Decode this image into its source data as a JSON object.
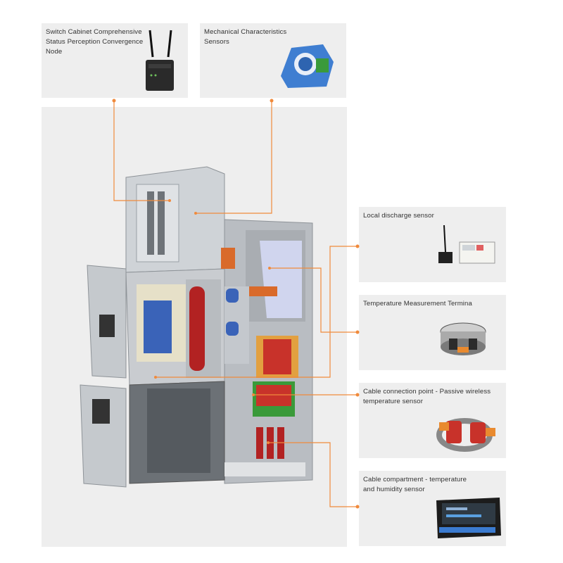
{
  "cards": {
    "node": {
      "label": "Switch Cabinet Comprehensive\nStatus Perception Convergence\nNode",
      "icon": "router-icon"
    },
    "mechanical": {
      "label": "Mechanical Characteristics\nSensors",
      "icon": "current-sensor-icon"
    },
    "local_discharge": {
      "label": "Local discharge sensor",
      "icon": "antenna-sensor-icon"
    },
    "temperature": {
      "label": "Temperature Measurement Termina",
      "icon": "ring-sensor-icon"
    },
    "cable_point": {
      "label": "Cable connection point - Passive wireless\ntemperature sensor",
      "icon": "clamp-sensor-icon"
    },
    "humidity": {
      "label": "Cable compartment - temperature\nand humidity sensor",
      "icon": "display-sensor-icon"
    }
  },
  "colors": {
    "card_bg": "#eeeeee",
    "connector": "#f08a3c",
    "cabinet": "#c9ccd0",
    "copper": "#d96a2a",
    "insulator": "#b22222",
    "blue_part": "#3a63b8"
  },
  "header_fragment": "",
  "footer_fragment": ""
}
